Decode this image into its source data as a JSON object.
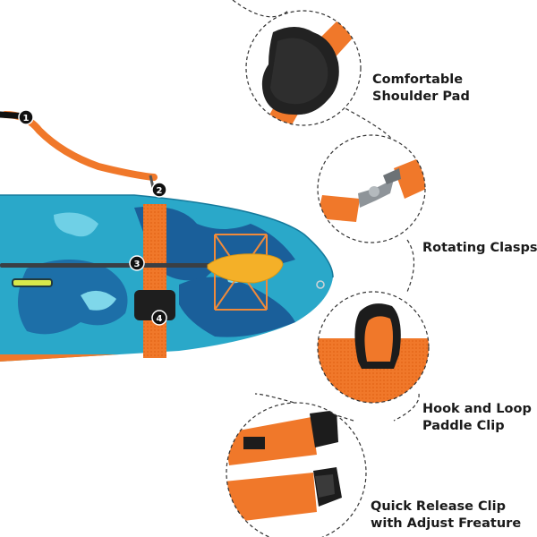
{
  "features": [
    {
      "lines": [
        "Comfortable",
        "Shoulder Pad"
      ],
      "icon": "shoulder-pad"
    },
    {
      "lines": [
        "Rotating Clasps"
      ],
      "icon": "rotating-clasp"
    },
    {
      "lines": [
        "Hook and Loop",
        "Paddle Clip"
      ],
      "icon": "hook-loop-strap"
    },
    {
      "lines": [
        "Quick Release Clip",
        "with Adjust Freature"
      ],
      "icon": "buckle-strap"
    }
  ],
  "markers": [
    "1",
    "2",
    "3",
    "4"
  ],
  "colors": {
    "strap": "#f0782a",
    "board_base": "#2aa8c9",
    "board_swirl": "#1a5f9a",
    "paddle_blade": "#f4b028",
    "pad": "#222222"
  }
}
